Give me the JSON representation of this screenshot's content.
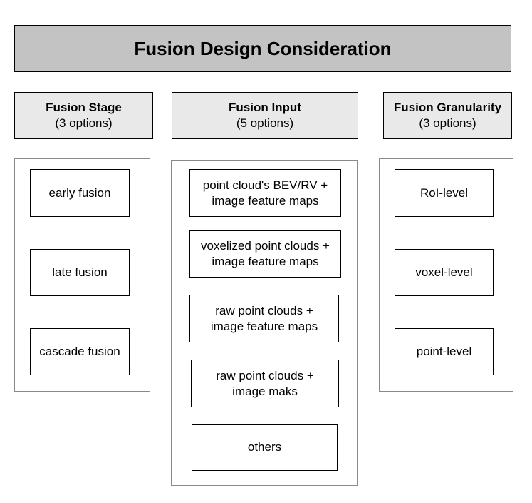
{
  "title": "Fusion Design Consideration",
  "columns": [
    {
      "title": "Fusion Stage",
      "subtitle": "(3 options)",
      "items": [
        "early fusion",
        "late fusion",
        "cascade fusion"
      ]
    },
    {
      "title": "Fusion Input",
      "subtitle": "(5 options)",
      "items": [
        [
          "point cloud's BEV/RV +",
          "image feature maps"
        ],
        [
          "voxelized point clouds +",
          "image feature maps"
        ],
        [
          "raw point clouds +",
          "image feature maps"
        ],
        [
          "raw point clouds +",
          "image maks"
        ],
        [
          "others"
        ]
      ]
    },
    {
      "title": "Fusion Granularity",
      "subtitle": "(3 options)",
      "items": [
        "RoI-level",
        "voxel-level",
        "point-level"
      ]
    }
  ]
}
